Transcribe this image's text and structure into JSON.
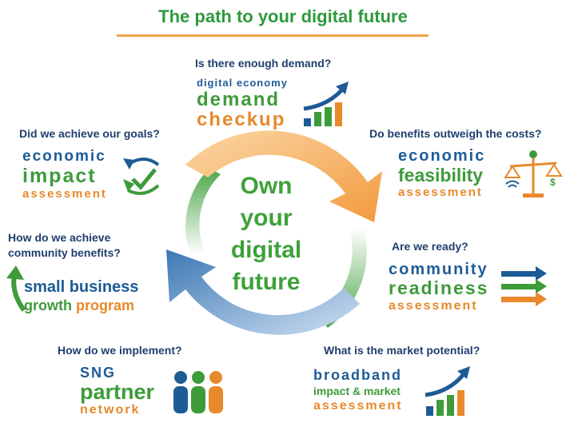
{
  "title": "The path to your digital future",
  "center": {
    "line1": "Own",
    "line2": "your",
    "line3": "digital",
    "line4": "future"
  },
  "nodes": {
    "demand": {
      "question": "Is there enough demand?",
      "line1": "digital economy",
      "line2": "demand",
      "line3": "checkup"
    },
    "feasibility": {
      "question": "Do benefits outweigh the costs?",
      "line1": "economic",
      "line2": "feasibility",
      "line3": "assessment"
    },
    "readiness": {
      "question": "Are we ready?",
      "line1": "community",
      "line2": "readiness",
      "line3": "assessment"
    },
    "broadband": {
      "question": "What is the market potential?",
      "line1": "broadband",
      "line2": "impact & market",
      "line3": "assessment"
    },
    "partner": {
      "question": "How do  we implement?",
      "line1": "SNG",
      "line2": "partner",
      "line3": "network"
    },
    "smallbiz": {
      "question_line1": "How do we achieve",
      "question_line2": "community benefits?",
      "line1": "small business",
      "line2_a": "growth",
      "line2_b": "program"
    },
    "impact": {
      "question": "Did we achieve our goals?",
      "line1": "economic",
      "line2": "impact",
      "line3": "assessment"
    }
  },
  "colors": {
    "blue": "#1d5b96",
    "green": "#3e9b3a",
    "orange": "#e8892b",
    "question": "#1f3f6e",
    "title": "#2e9a3c"
  }
}
